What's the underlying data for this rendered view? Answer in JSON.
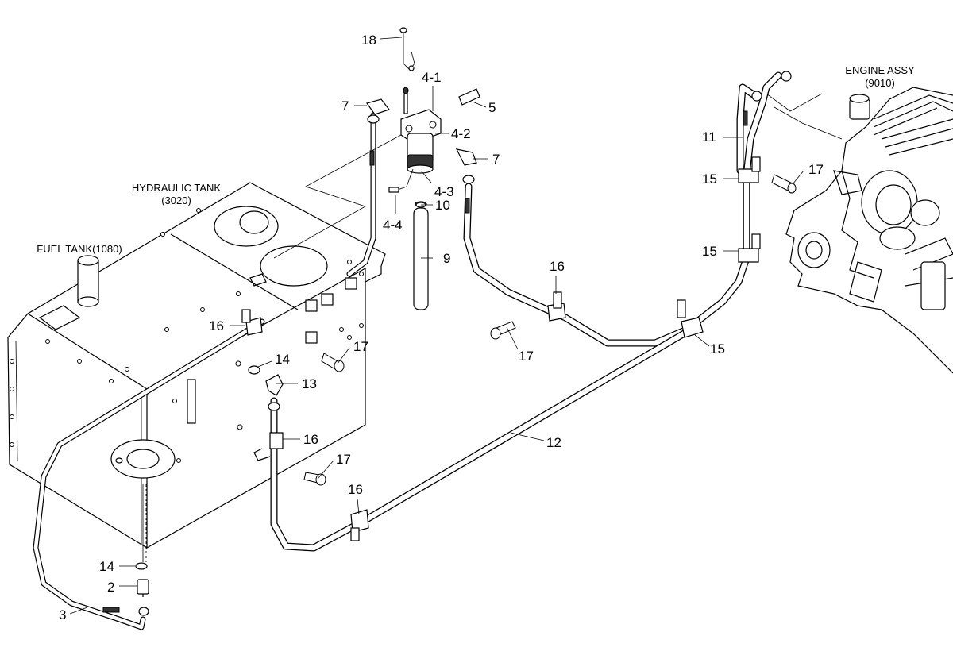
{
  "labels": {
    "engine_assy": "ENGINE ASSY",
    "engine_code": "(9010)",
    "hydraulic_tank": "HYDRAULIC TANK",
    "hydraulic_code": "(3020)",
    "fuel_tank": "FUEL TANK(1080)"
  },
  "callouts": {
    "c18": "18",
    "c4_1": "4-1",
    "c7a": "7",
    "c5": "5",
    "c4_2": "4-2",
    "c7b": "7",
    "c4_3": "4-3",
    "c10": "10",
    "c4_4": "4-4",
    "c9": "9",
    "c11": "11",
    "c15a": "15",
    "c17a": "17",
    "c15b": "15",
    "c16a": "16",
    "c17b": "17",
    "c15c": "15",
    "c16b": "16",
    "c17c": "17",
    "c14a": "14",
    "c13": "13",
    "c16c": "16",
    "c17d": "17",
    "c12": "12",
    "c16d": "16",
    "c14b": "14",
    "c2": "2",
    "c3": "3"
  },
  "colors": {
    "line": "#000000",
    "background": "#ffffff",
    "fill": "#ffffff"
  }
}
